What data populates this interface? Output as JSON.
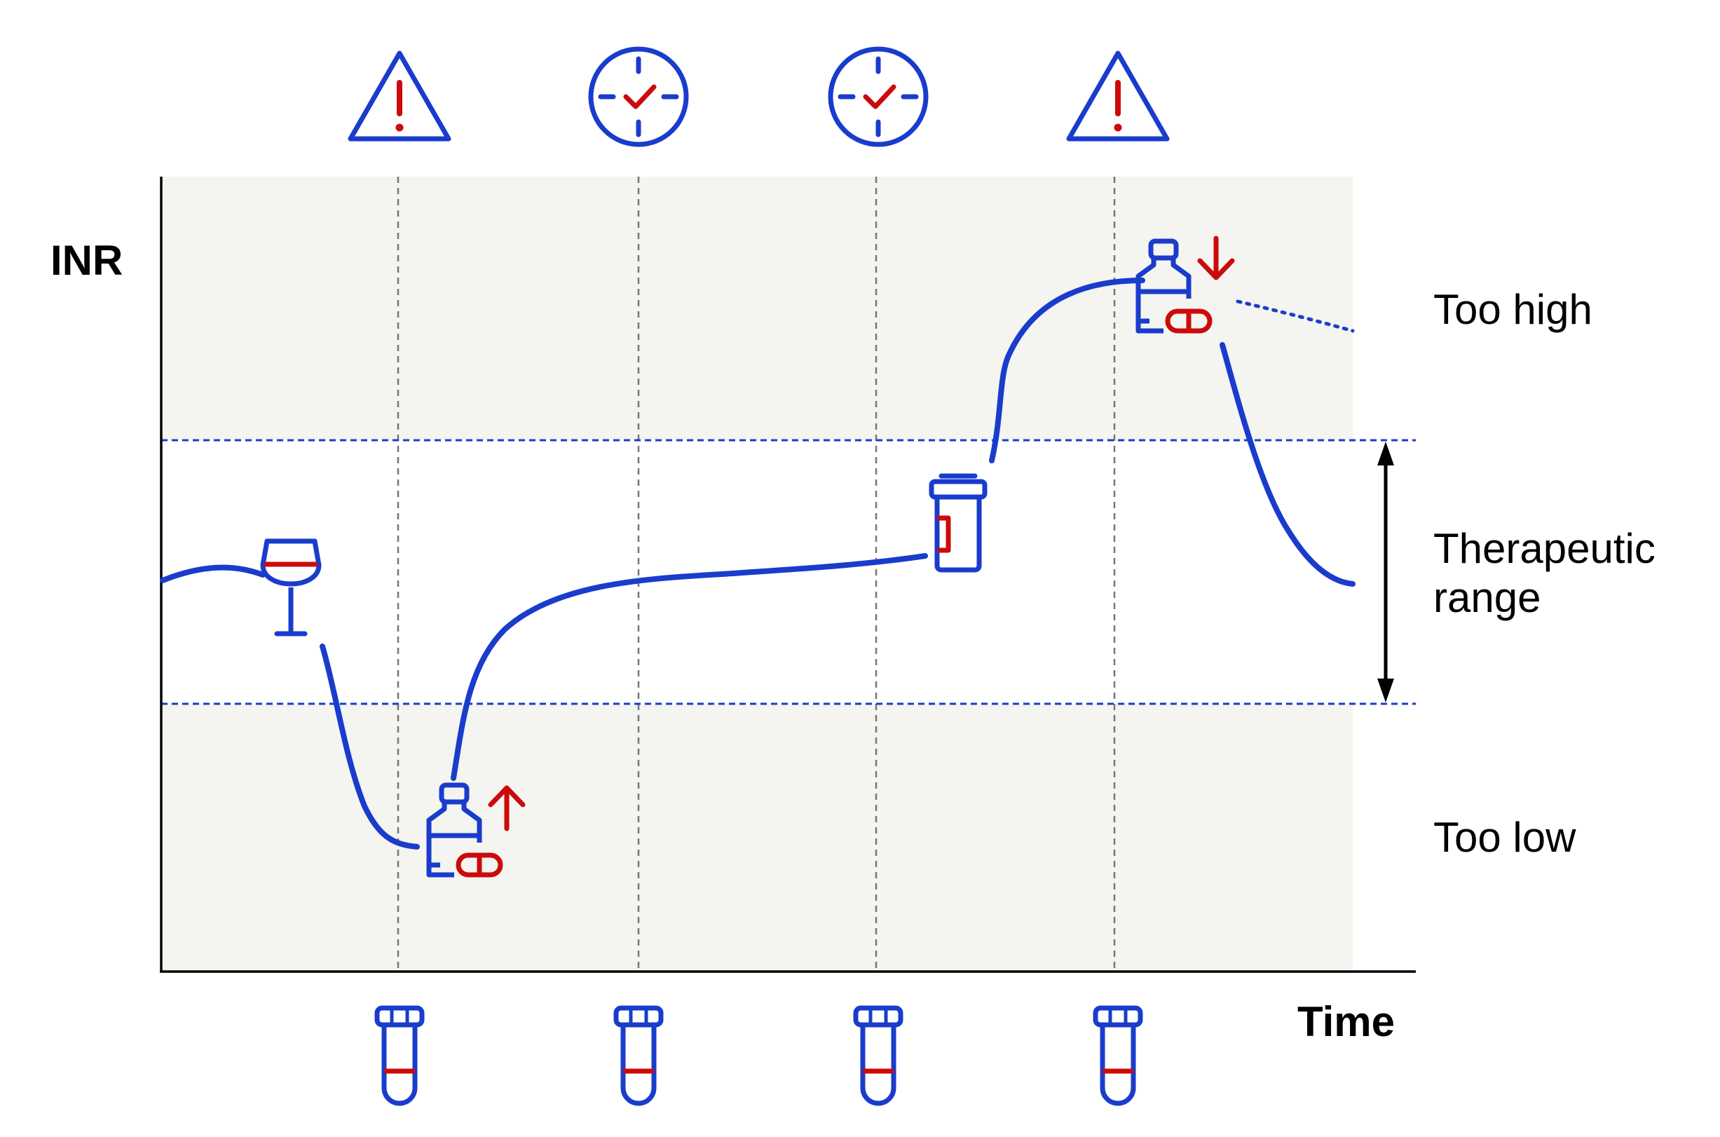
{
  "axis": {
    "y_label": "INR",
    "x_label": "Time"
  },
  "zones": {
    "high": "Too high",
    "mid_line1": "Therapeutic",
    "mid_line2": "range",
    "low": "Too low"
  },
  "colors": {
    "blue": "#1a3ccc",
    "red": "#cc0a0a",
    "band": "#f4f4f0",
    "grid": "#777777",
    "axis": "#000000"
  },
  "icons": {
    "top": [
      "warning-triangle-icon",
      "clock-check-icon",
      "clock-check-icon",
      "warning-triangle-icon"
    ],
    "bottom": [
      "blood-test-tube-icon",
      "blood-test-tube-icon",
      "blood-test-tube-icon",
      "blood-test-tube-icon"
    ],
    "events": [
      "wine-glass-icon",
      "medicine-dose-increase-icon",
      "pill-bottle-icon",
      "medicine-dose-decrease-icon"
    ]
  }
}
